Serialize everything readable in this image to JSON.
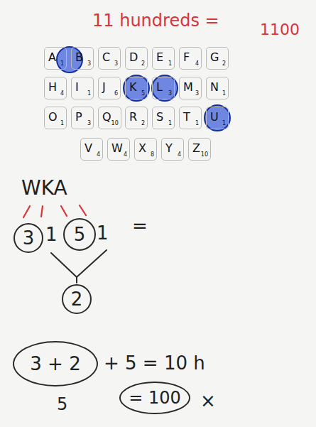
{
  "diagram": {
    "nodes": [
      {
        "text": [
          "A",
          "1"
        ]
      },
      {
        "text": [
          "B",
          "3"
        ]
      },
      {
        "text": [
          "C",
          "3"
        ]
      },
      {
        "text": [
          "D",
          "2"
        ]
      },
      {
        "text": [
          "E",
          "1"
        ]
      },
      {
        "text": [
          "F",
          "4"
        ]
      },
      {
        "text": [
          "G",
          "2"
        ]
      },
      {
        "text": [
          "H",
          "4"
        ]
      },
      {
        "text": [
          "I",
          "1"
        ]
      },
      {
        "text": [
          "J",
          "6"
        ]
      },
      {
        "text": [
          "K",
          "5"
        ]
      },
      {
        "text": [
          "L",
          "3"
        ]
      },
      {
        "text": [
          "M",
          "3"
        ]
      },
      {
        "text": [
          "N",
          "1"
        ]
      },
      {
        "text": [
          "O",
          "1"
        ]
      },
      {
        "text": [
          "P",
          "3"
        ]
      },
      {
        "text": [
          "Q",
          "10"
        ]
      },
      {
        "text": [
          "R",
          "2"
        ]
      },
      {
        "text": [
          "S",
          "1"
        ]
      },
      {
        "text": [
          "T",
          "1"
        ]
      },
      {
        "text": [
          "U",
          "1"
        ]
      },
      {
        "text": [
          "V",
          "4"
        ]
      },
      {
        "text": [
          "W",
          "4"
        ]
      },
      {
        "text": [
          "X",
          "8"
        ]
      },
      {
        "text": [
          "Y",
          "4"
        ]
      },
      {
        "text": [
          "Z",
          "10"
        ]
      },
      {
        "text": [
          "3"
        ]
      },
      {
        "text": [
          "5"
        ]
      },
      {
        "text": [
          "2"
        ]
      },
      {
        "text": [
          "3 + 2"
        ]
      },
      {
        "text": [
          "= 100"
        ]
      }
    ],
    "labels": [
      "11 hundreds =",
      "1100",
      "WKA",
      "1",
      "1",
      "=",
      "+ 5 = 10 h",
      "5",
      "×"
    ]
  }
}
